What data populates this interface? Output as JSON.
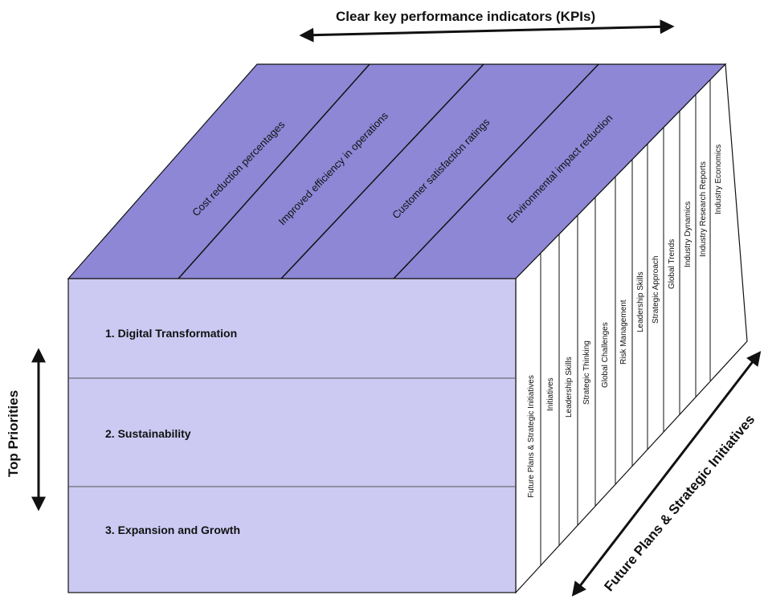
{
  "colors": {
    "top_face": "#8d87d6",
    "front_face": "#cccaf3",
    "side_face": "#ffffff",
    "stroke": "#111111"
  },
  "kpi_arrow_label": "Clear key performance indicators (KPIs)",
  "priorities_arrow_label": "Top Priorities",
  "initiatives_arrow_label": "Future Plans & Strategic Initiatives",
  "kpis": [
    "Cost reduction percentages",
    "Improved efficiency in operations",
    "Customer satisfaction ratings",
    "Environmental impact reduction"
  ],
  "priorities": [
    "1. Digital Transformation",
    "2. Sustainability",
    "3. Expansion and Growth"
  ],
  "side_labels": [
    "Future Plans & Strategic Initiatives",
    "Initiatives",
    "Leadership Skills",
    "Strategic Thinking",
    "Global Challenges",
    "Risk Management",
    "Leadership Skills",
    "Strategic Approach",
    "Global Trends",
    "Industry Dynamics",
    "Industry Research Reports",
    "Industry Economics"
  ]
}
